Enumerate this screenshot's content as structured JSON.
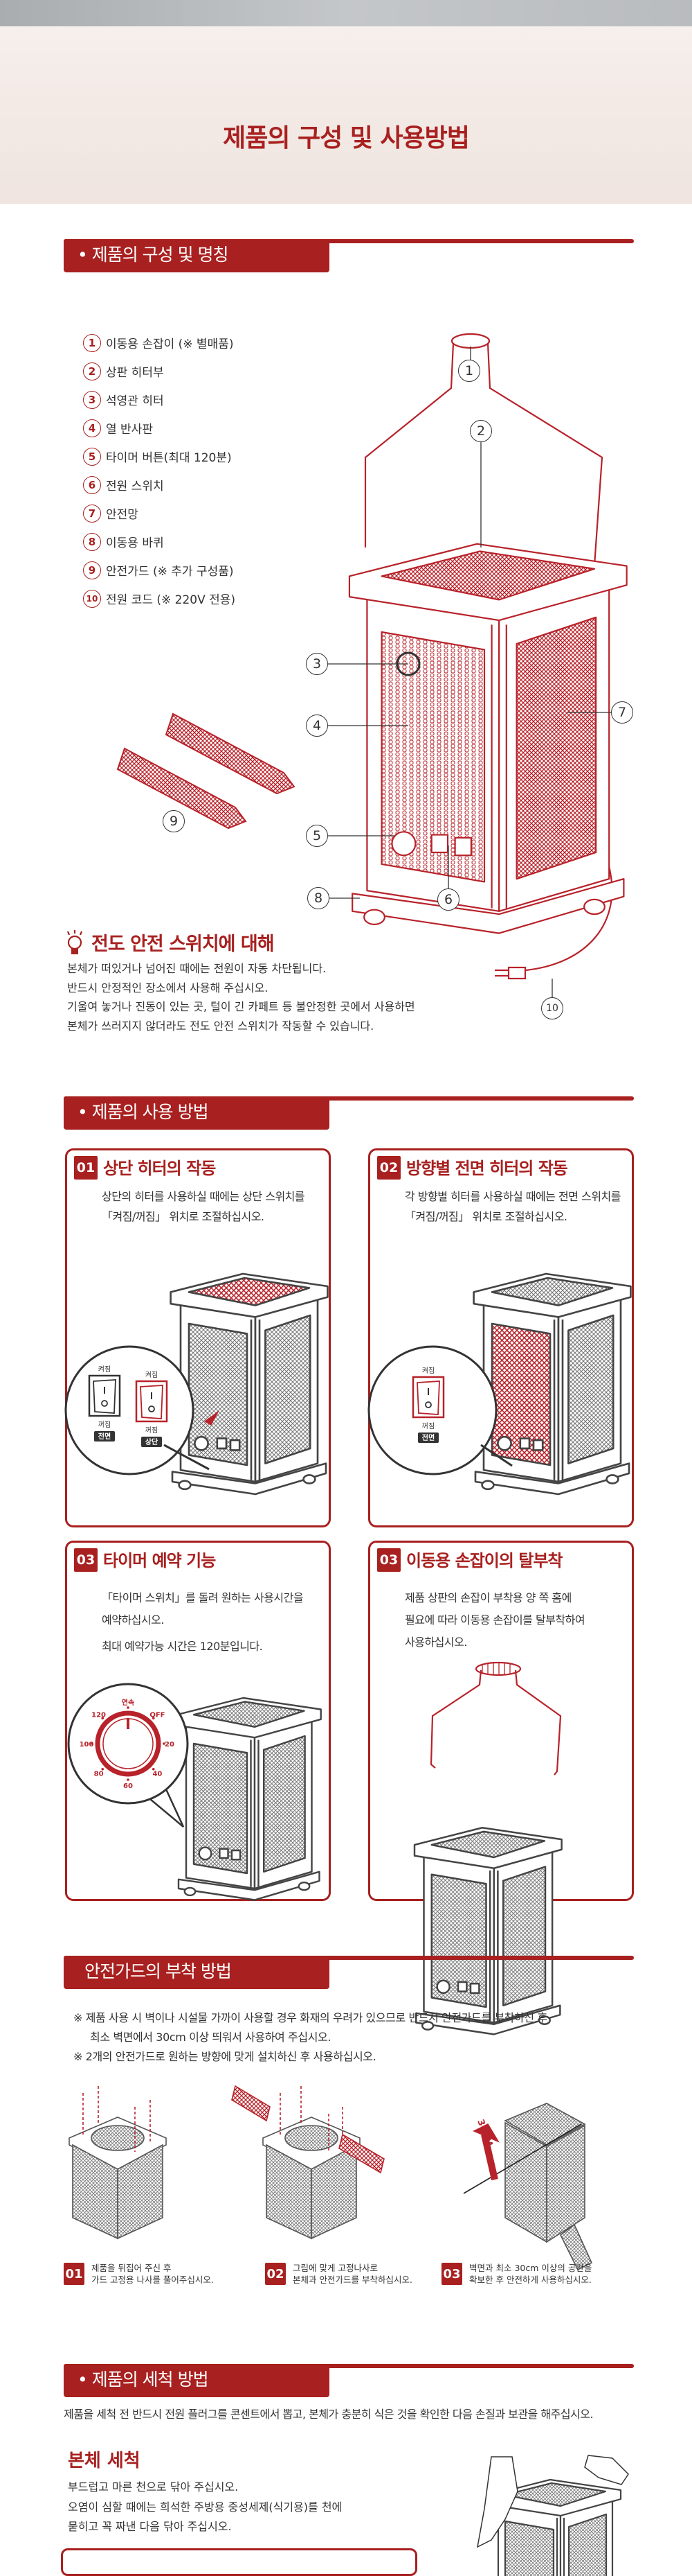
{
  "header": {
    "title": "제품의 구성 및 사용방법"
  },
  "colors": {
    "accent": "#a8201f",
    "hero_bg": "#f3eae6",
    "top_band": "#b9bcbf"
  },
  "composition": {
    "heading": "• 제품의 구성 및 명칭",
    "parts": [
      {
        "num": "1",
        "label": "이동용 손잡이 (※ 별매품)"
      },
      {
        "num": "2",
        "label": "상판 히터부"
      },
      {
        "num": "3",
        "label": "석영관 히터"
      },
      {
        "num": "4",
        "label": "열 반사판"
      },
      {
        "num": "5",
        "label": "타이머 버튼(최대 120분)"
      },
      {
        "num": "6",
        "label": "전원 스위치"
      },
      {
        "num": "7",
        "label": "안전망"
      },
      {
        "num": "8",
        "label": "이동용 바퀴"
      },
      {
        "num": "9",
        "label": "안전가드 (※ 추가 구성품)"
      },
      {
        "num": "10",
        "label": "전원 코드 (※ 220V 전용)"
      }
    ],
    "safety": {
      "icon": "lightbulb-icon",
      "title": "전도 안전 스위치에 대해",
      "lines": [
        "본체가 떠있거나 넘어진 때에는 전원이 자동 차단됩니다.",
        "반드시 안정적인 장소에서 사용해 주십시오.",
        "기울여 놓거나 진동이 있는 곳, 털이 긴 카페트 등 불안정한 곳에서 사용하면",
        "본체가 쓰러지지 않더라도 전도 안전 스위치가 작동할 수 있습니다."
      ]
    }
  },
  "usage": {
    "heading": "• 제품의 사용 방법",
    "cards": [
      {
        "badge": "01",
        "title": "상단 히터의 작동",
        "lines": [
          "상단의 히터를 사용하실 때에는 상단 스위치를",
          "「켜짐/꺼짐」 위치로 조절하십시오."
        ]
      },
      {
        "badge": "02",
        "title": "방향별 전면 히터의 작동",
        "lines": [
          "각 방향별 히터를 사용하실 때에는 전면 스위치를",
          "「켜짐/꺼짐」 위치로 조절하십시오."
        ]
      },
      {
        "badge": "03",
        "title": "타이머 예약 기능",
        "lines": [
          "「타이머 스위치」를 돌려 원하는 사용시간을",
          "예약하십시오.",
          "최대 예약가능 시간은 120분입니다."
        ]
      },
      {
        "badge": "03",
        "title": "이동용 손잡이의 탈부착",
        "lines": [
          "제품 상판의 손잡이 부착용 양 쪽 홈에",
          "필요에 따라 이동용 손잡이를 탈부착하여",
          "사용하십시오."
        ]
      }
    ],
    "switch_labels": {
      "on": "켜짐",
      "off": "꺼짐",
      "front": "전면",
      "top": "상단"
    },
    "dial_labels": [
      "연속",
      "OFF",
      "20",
      "40",
      "60",
      "80",
      "100",
      "120"
    ]
  },
  "guard": {
    "heading": "안전가드의 부착 방법",
    "notes": [
      "※ 제품 사용 시 벽이나 시설물 가까이 사용할 경우 화재의 우려가 있으므로 반드시 안전가드를 부착하신 후",
      "최소 벽면에서 30cm 이상 띄워서 사용하여 주십시오.",
      "※ 2개의 안전가드로 원하는 방향에 맞게 설치하신 후 사용하십시오."
    ],
    "distance_label": "30CM",
    "steps": [
      {
        "badge": "01",
        "lines": [
          "제품을 뒤집어 주신 후",
          "가드 고정용 나사를 풀어주십시오."
        ]
      },
      {
        "badge": "02",
        "lines": [
          "그림에 맞게 고정나사로",
          "본체과 안전가드를 부착하십시오."
        ]
      },
      {
        "badge": "03",
        "lines": [
          "벽면과 최소 30cm 이상의 공간을",
          "확보한 후 안전하게 사용하십시오."
        ]
      }
    ]
  },
  "cleaning": {
    "heading": "• 제품의 세척 방법",
    "intro": "제품을 세척 전 반드시 전원 플러그를 콘센트에서 뽑고, 본체가 충분히 식은 것을 확인한 다음 손질과 보관을 해주십시오.",
    "body_title": "본체 세척",
    "body_lines": [
      "부드럽고 마른 천으로 닦아 주십시오.",
      "오염이 심할 때에는 희석한 주방용 중성세제(식기용)를 천에",
      "묻히고 꼭 짜낸 다음 닦아 주십시오."
    ]
  }
}
